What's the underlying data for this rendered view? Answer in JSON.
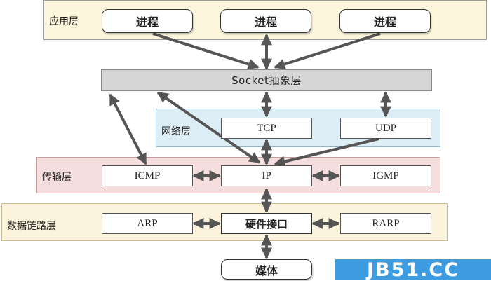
{
  "layers": {
    "application": "应用层",
    "network": "网络层",
    "transport": "传输层",
    "datalink": "数据链路层"
  },
  "nodes": {
    "process_1": "进程",
    "process_2": "进程",
    "process_3": "进程",
    "socket": "Socket抽象层",
    "tcp": "TCP",
    "udp": "UDP",
    "icmp": "ICMP",
    "ip": "IP",
    "igmp": "IGMP",
    "arp": "ARP",
    "hw_interface": "硬件接口",
    "rarp": "RARP",
    "media": "媒体"
  },
  "colors": {
    "application_band": "#fdf6dc",
    "network_band": "#dcedf5",
    "transport_band": "#f5dede",
    "datalink_band": "#fbf3dc",
    "socket_box": "#d6d6d6",
    "arrow": "#555555",
    "watermark_bg": "#3d9be0"
  },
  "watermark": "JB51.CC"
}
